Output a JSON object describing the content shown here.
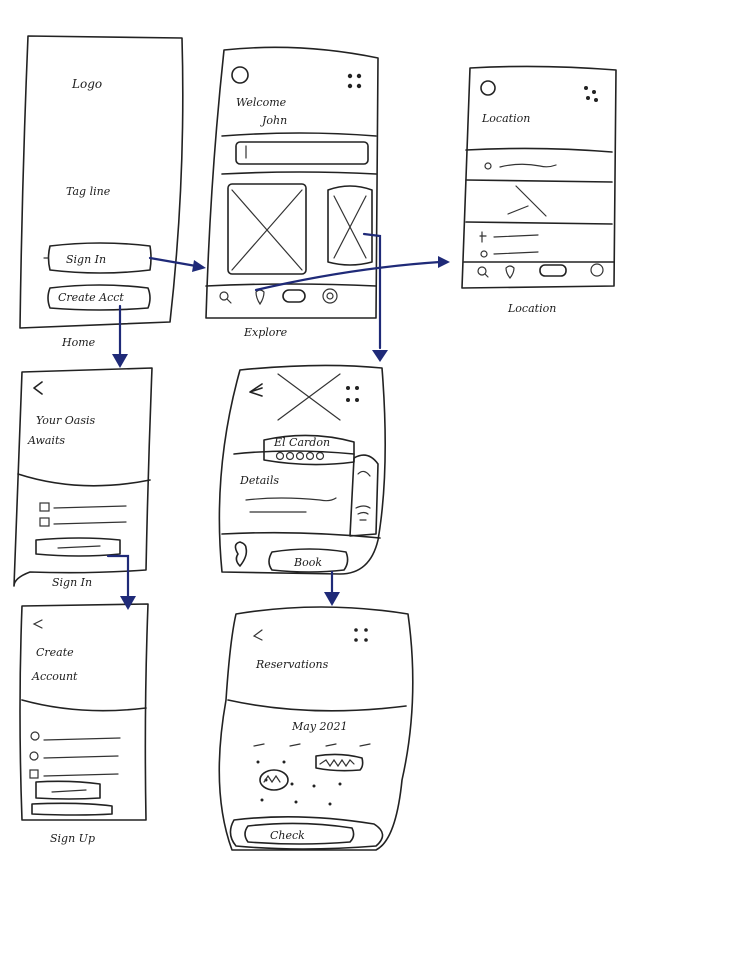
{
  "screens": {
    "home": {
      "logo": "Logo",
      "tagline": "Tag line",
      "sign_in_button": "Sign In",
      "create_button": "Create Acct",
      "caption": "Home"
    },
    "explore": {
      "welcome_line1": "Welcome",
      "welcome_line2": "John",
      "caption": "Explore"
    },
    "location": {
      "title": "Location",
      "caption": "Location"
    },
    "sign_in": {
      "title_line1": "Your Oasis",
      "title_line2": "Awaits",
      "caption": "Sign In"
    },
    "detail": {
      "place_name": "El Cardon",
      "details_label": "Details",
      "book_button": "Book"
    },
    "sign_up": {
      "title_line1": "Create",
      "title_line2": "Account",
      "caption": "Sign Up"
    },
    "reservations": {
      "title": "Reservations",
      "month": "May 2021",
      "check_button": "Check"
    }
  },
  "colors": {
    "ink": "#222222",
    "arrow": "#1f2a78",
    "paper": "#ffffff"
  }
}
